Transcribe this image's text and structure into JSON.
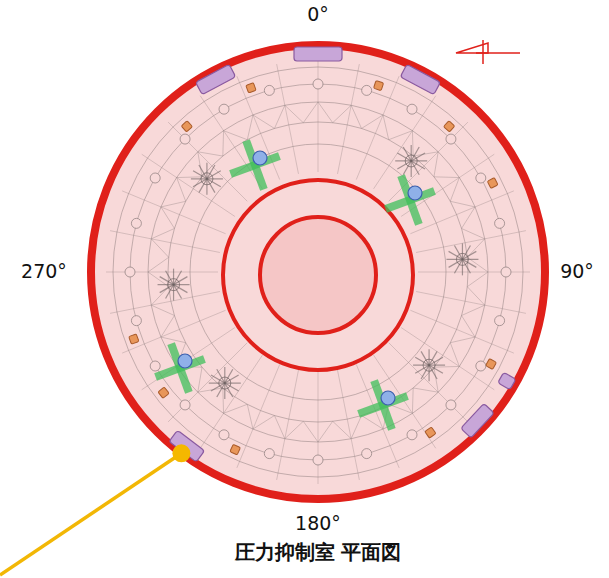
{
  "diagram": {
    "caption": "圧力抑制室 平面図",
    "labels": [
      "0°",
      "90°",
      "180°",
      "270°"
    ]
  }
}
